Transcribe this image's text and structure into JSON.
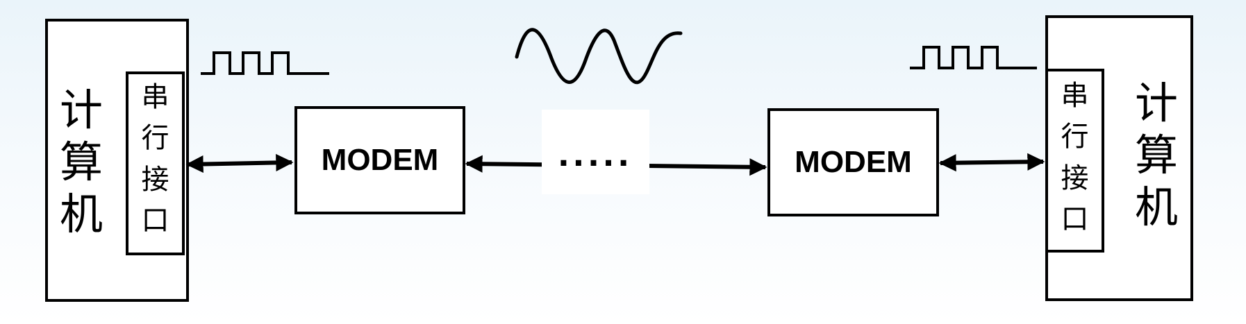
{
  "left": {
    "computer_chars": [
      "计",
      "算",
      "机"
    ],
    "interface_chars": [
      "串",
      "行",
      "接",
      "口"
    ]
  },
  "right": {
    "computer_chars": [
      "计",
      "算",
      "机"
    ],
    "interface_chars": [
      "串",
      "行",
      "接",
      "口"
    ]
  },
  "modem_left": {
    "label": "MODEM"
  },
  "modem_right": {
    "label": "MODEM"
  },
  "line": {
    "dots": "....."
  }
}
